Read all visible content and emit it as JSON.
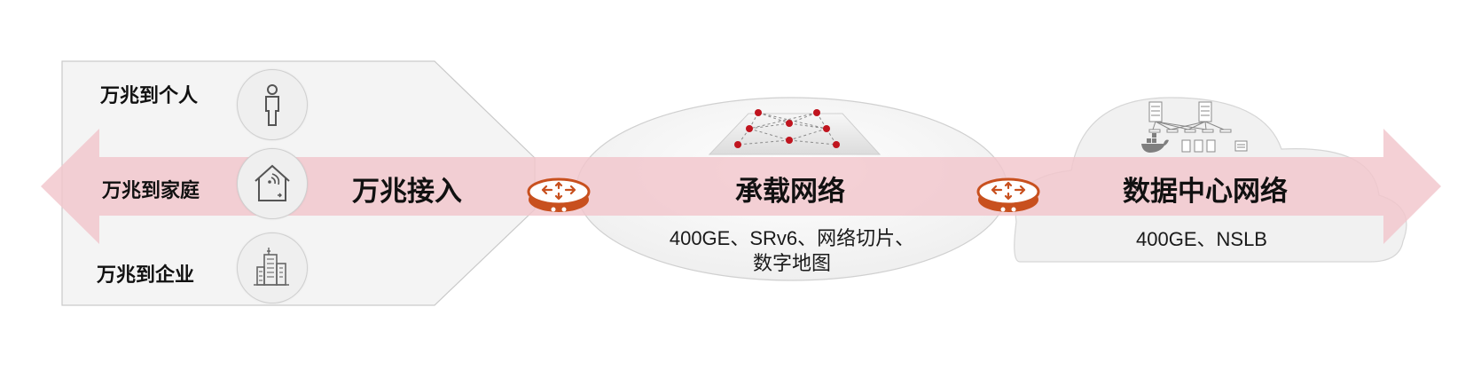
{
  "access": {
    "title": "万兆接入",
    "items": [
      {
        "label": "万兆到个人",
        "icon": "person-icon"
      },
      {
        "label": "万兆到家庭",
        "icon": "home-icon"
      },
      {
        "label": "万兆到企业",
        "icon": "building-icon"
      }
    ]
  },
  "bearer": {
    "title": "承载网络",
    "desc_line1": "400GE、SRv6、网络切片、",
    "desc_line2": "数字地图",
    "icon": "network-topology-icon"
  },
  "datacenter": {
    "title": "数据中心网络",
    "desc": "400GE、NSLB",
    "icon": "server-cluster-icon"
  },
  "routers": [
    "router-icon",
    "router-icon"
  ],
  "colors": {
    "band": "#f2c6cc",
    "router": "#c8501e",
    "node": "#c0141e",
    "panel": "#f4f4f4",
    "panel_border": "#c9c9c9"
  }
}
